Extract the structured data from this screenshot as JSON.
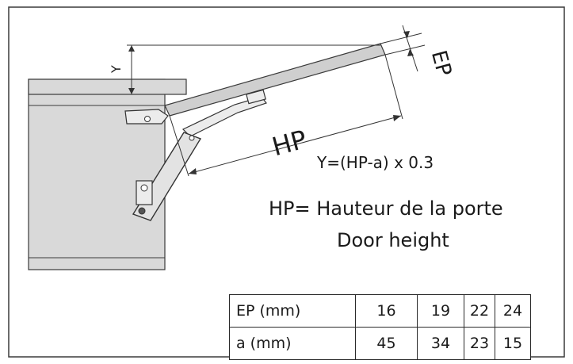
{
  "labels": {
    "y": "Y",
    "ep": "EP",
    "hp": "HP"
  },
  "formula": "Y=(HP-a) x 0.3",
  "legend_fr": "HP= Hauteur de la porte",
  "legend_en": "Door height",
  "table": {
    "rows": [
      {
        "header": "EP (mm)",
        "values": [
          "16",
          "19",
          "22",
          "24"
        ]
      },
      {
        "header": "a (mm)",
        "values": [
          "45",
          "34",
          "23",
          "15"
        ]
      }
    ]
  },
  "colors": {
    "frame": "#3a3a3a",
    "cabinet_fill": "#d9d9d9",
    "door_fill": "#cfcfcf",
    "mechanism_fill": "#ececec",
    "dimension_line": "#333333"
  }
}
